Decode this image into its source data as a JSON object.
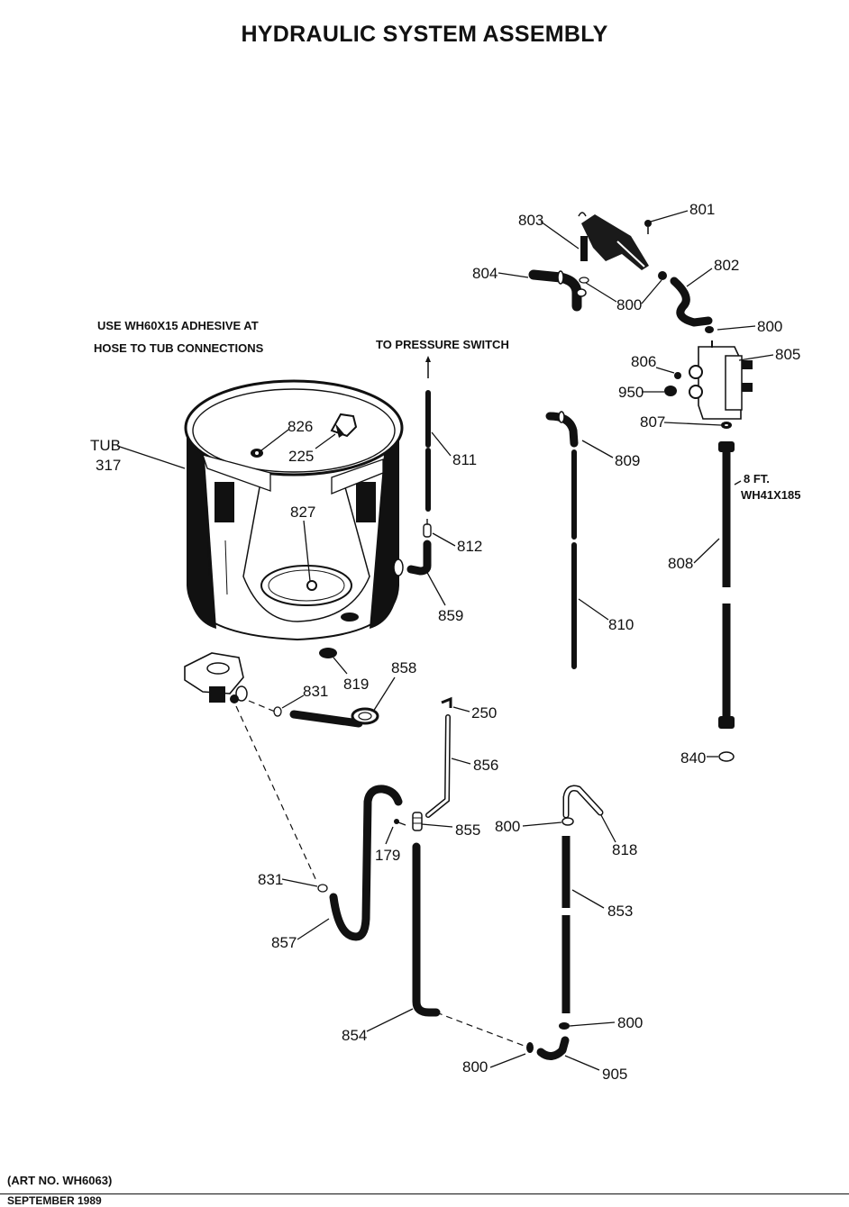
{
  "title": "HYDRAULIC SYSTEM ASSEMBLY",
  "notes": {
    "adhesive_line1": "USE WH60X15 ADHESIVE AT",
    "adhesive_line2": "HOSE TO TUB CONNECTIONS",
    "pressure_switch": "TO PRESSURE SWITCH",
    "fill_hose_length": "8 FT.",
    "fill_hose_part": "WH41X185"
  },
  "tub": {
    "name": "TUB",
    "number": "317"
  },
  "callouts": {
    "c801": "801",
    "c803": "803",
    "c802": "802",
    "c804": "804",
    "c800_a": "800",
    "c800_b": "800",
    "c805": "805",
    "c806": "806",
    "c950": "950",
    "c807": "807",
    "c809": "809",
    "c808": "808",
    "c826": "826",
    "c225": "225",
    "c811": "811",
    "c827": "827",
    "c812": "812",
    "c859": "859",
    "c810": "810",
    "c819": "819",
    "c858": "858",
    "c831_a": "831",
    "c250": "250",
    "c856": "856",
    "c840": "840",
    "c800_c": "800",
    "c855": "855",
    "c818": "818",
    "c179": "179",
    "c831_b": "831",
    "c853": "853",
    "c857": "857",
    "c854": "854",
    "c800_d": "800",
    "c800_e": "800",
    "c905": "905"
  },
  "footer": {
    "art_no": "(ART NO. WH6063)",
    "date": "SEPTEMBER 1989"
  }
}
